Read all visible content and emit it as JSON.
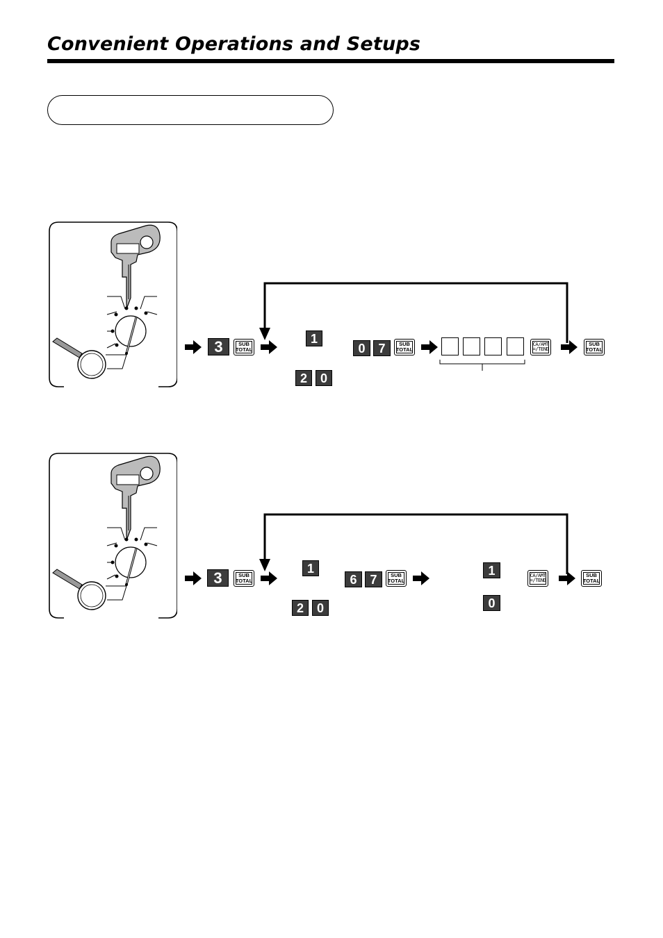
{
  "page": {
    "title": "Convenient Operations and Setups",
    "section_pill_text": ""
  },
  "procedure_1": {
    "keys": {
      "k3": "3",
      "subtotal_a": [
        "SUB",
        "TOTAL"
      ],
      "k1": "1",
      "k2": "2",
      "k0": "0",
      "k0b": "0",
      "k7": "7",
      "subtotal_b": [
        "SUB",
        "TOTAL"
      ],
      "ca": [
        "CA/AMT",
        "=/TEND"
      ],
      "subtotal_c": [
        "SUB",
        "TOTAL"
      ]
    },
    "entry_boxes": 4,
    "icons": [
      "key-icon",
      "mode-switch-icon",
      "magnifier-icon",
      "arrow-right-icon",
      "loop-back-arrow-icon"
    ]
  },
  "procedure_2": {
    "keys": {
      "k3": "3",
      "subtotal_a": [
        "SUB",
        "TOTAL"
      ],
      "k1": "1",
      "k2": "2",
      "k0": "0",
      "k6": "6",
      "k7": "7",
      "subtotal_b": [
        "SUB",
        "TOTAL"
      ],
      "k1b": "1",
      "k0c": "0",
      "ca": [
        "CA/AMT",
        "=/TEND"
      ],
      "subtotal_c": [
        "SUB",
        "TOTAL"
      ]
    },
    "icons": [
      "key-icon",
      "mode-switch-icon",
      "magnifier-icon",
      "arrow-right-icon",
      "loop-back-arrow-icon"
    ]
  }
}
